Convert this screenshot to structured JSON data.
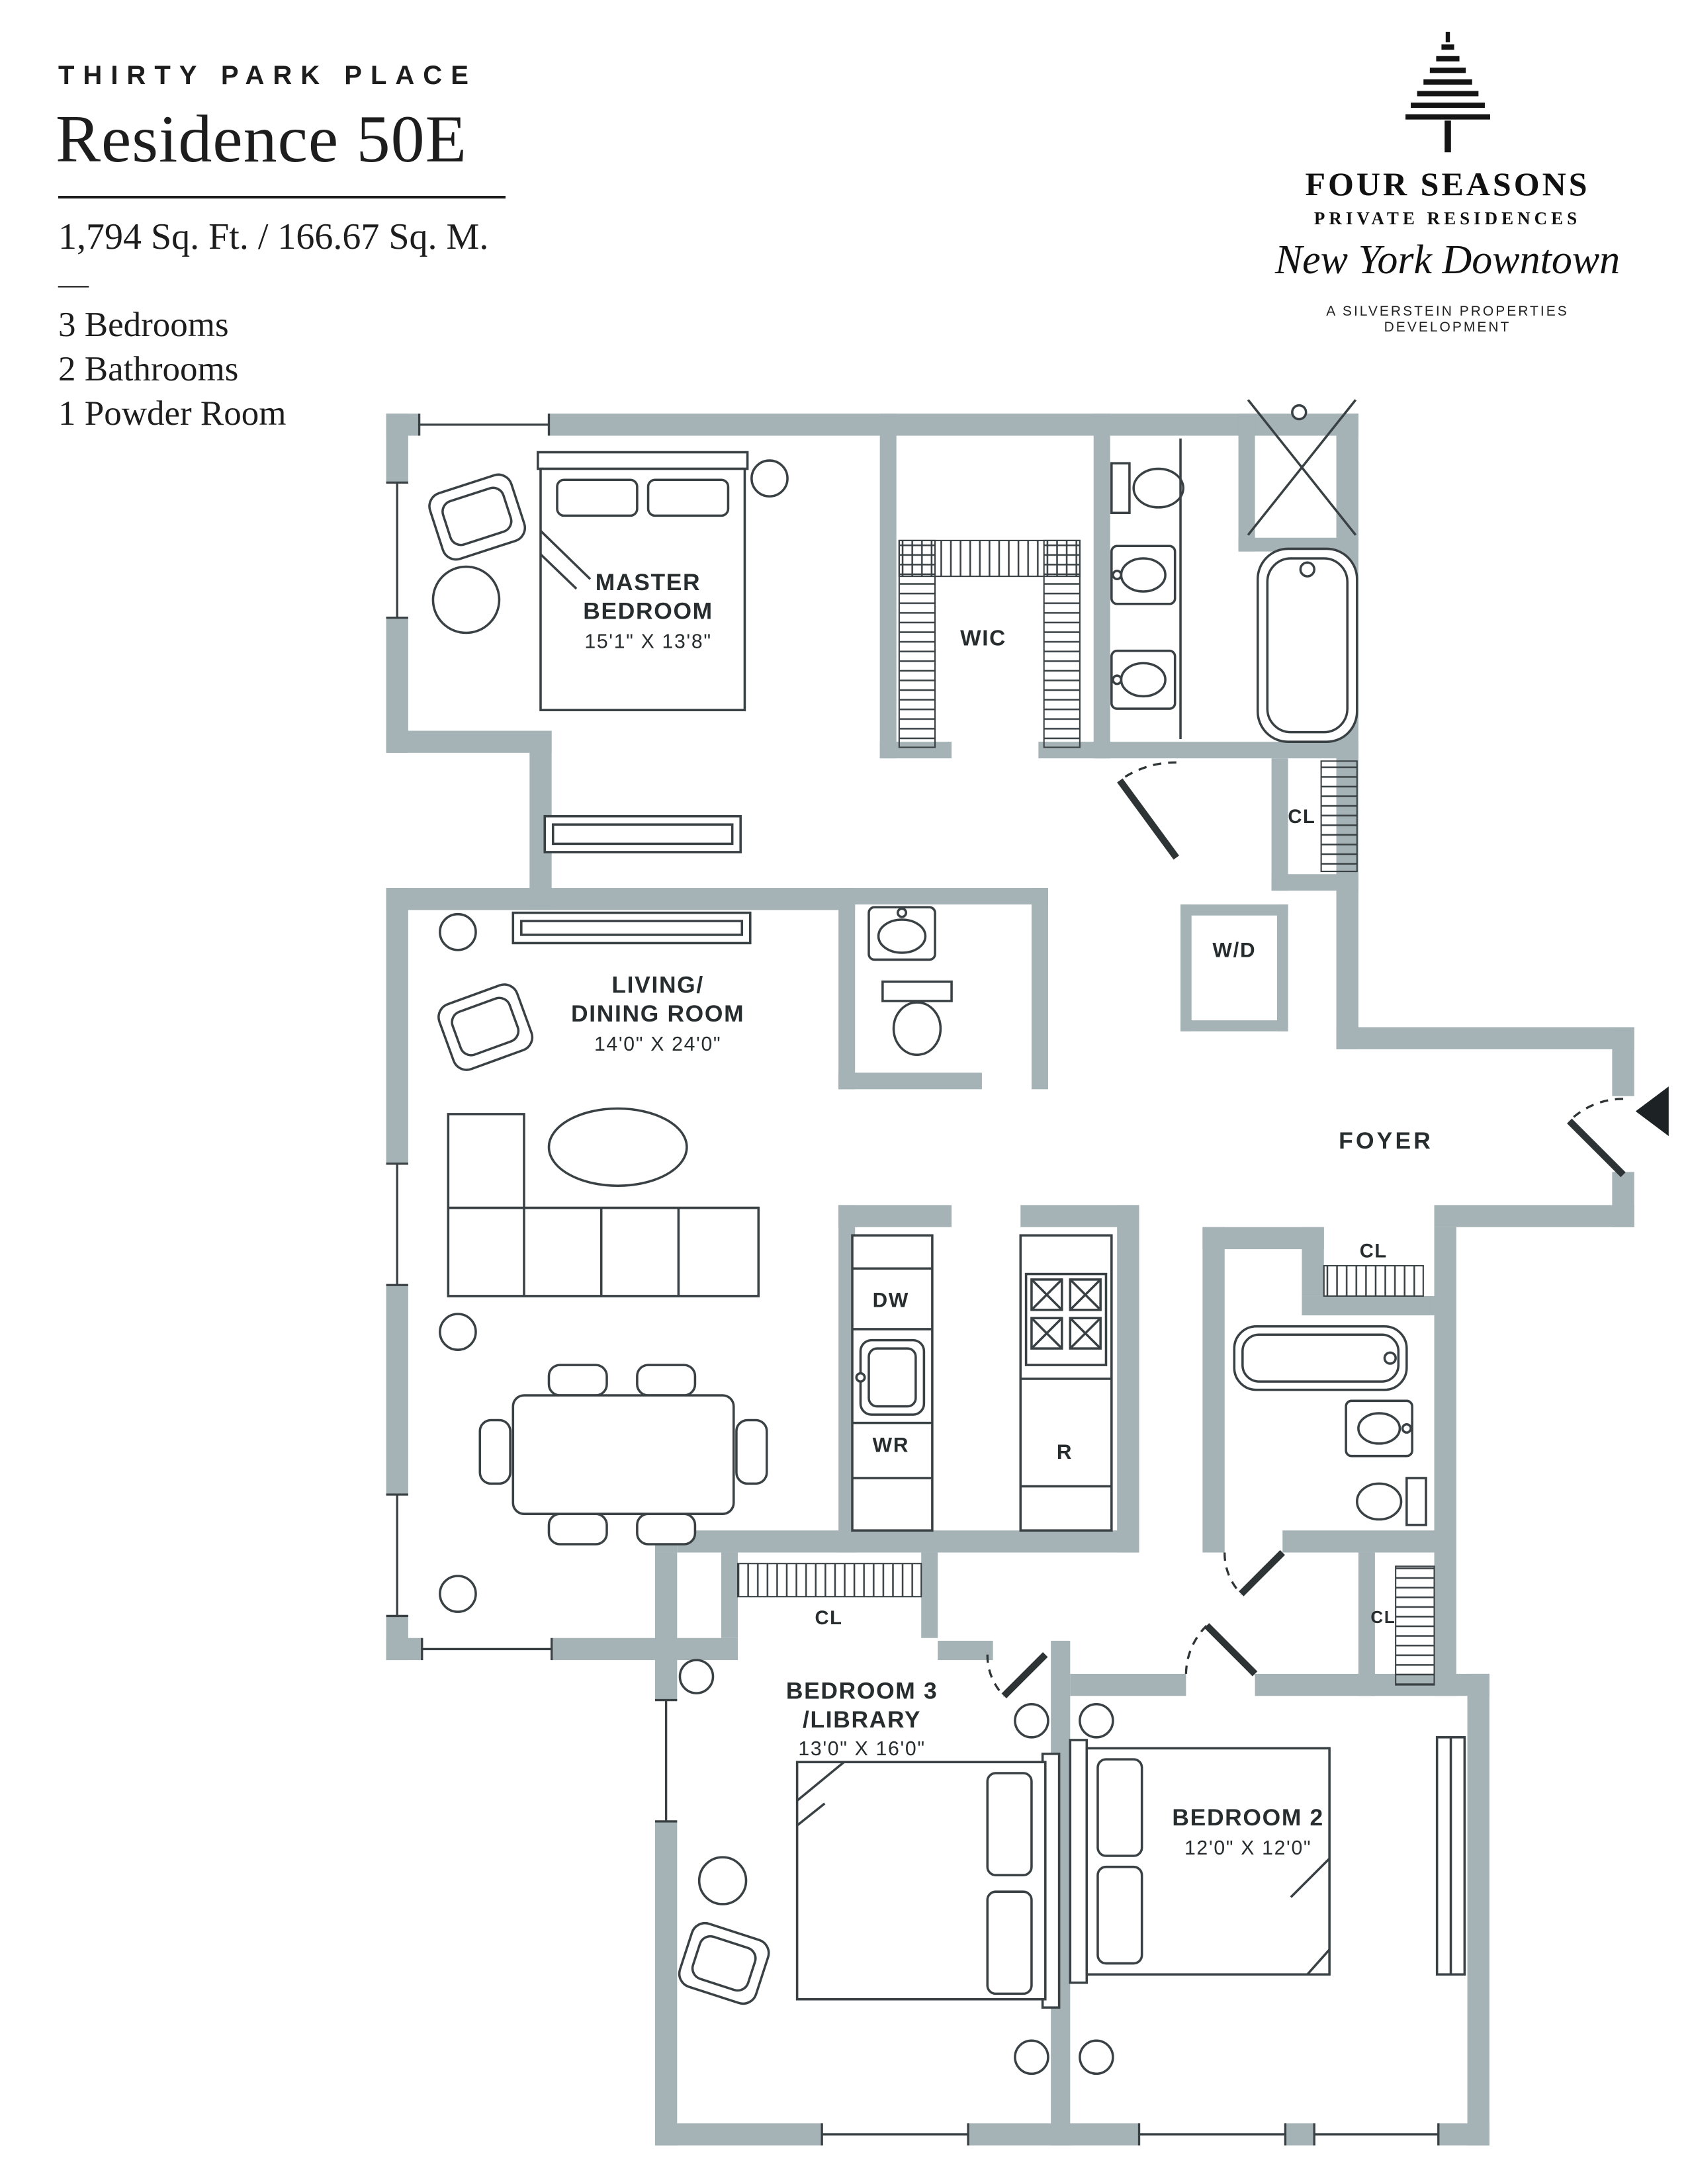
{
  "header": {
    "building": "THIRTY PARK PLACE",
    "residence": "Residence 50E",
    "area": "1,794 Sq. Ft. / 166.67 Sq. M.",
    "separator": "—",
    "features": [
      "3 Bedrooms",
      "2 Bathrooms",
      "1 Powder Room"
    ]
  },
  "brand": {
    "name_display": "FOUR SEASONS",
    "subtitle": "PRIVATE RESIDENCES",
    "script": "New York Downtown",
    "developer": "A SILVERSTEIN PROPERTIES DEVELOPMENT",
    "logo_icon": "tree-icon"
  },
  "plan": {
    "wall_color": "#a5b3b6",
    "line_color": "#3a4144",
    "labels": {
      "master": [
        "MASTER",
        "BEDROOM"
      ],
      "master_dim": "15'1\" X 13'8\"",
      "wic": "WIC",
      "cl": "CL",
      "living": [
        "LIVING/",
        "DINING ROOM"
      ],
      "living_dim": "14'0\" X 24'0\"",
      "wd": "W/D",
      "foyer": "FOYER",
      "dw": "DW",
      "wr": "WR",
      "r": "R",
      "bedroom3": [
        "BEDROOM 3",
        "/LIBRARY"
      ],
      "bedroom3_dim": "13'0\" X 16'0\"",
      "bedroom2": "BEDROOM 2",
      "bedroom2_dim": "12'0\" X 12'0\""
    }
  }
}
